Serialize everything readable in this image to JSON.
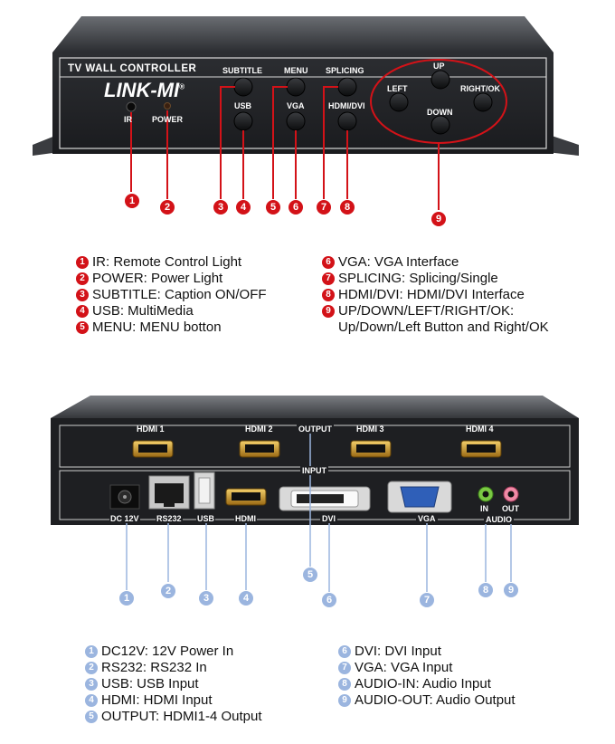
{
  "front_panel": {
    "model_text": "TV WALL CONTROLLER",
    "brand": "LINK-MI",
    "brand_mark": "®",
    "labels": {
      "ir": "IR",
      "power": "POWER",
      "subtitle": "SUBTITLE",
      "menu": "MENU",
      "splicing": "SPLICING",
      "usb": "USB",
      "vga": "VGA",
      "hdmi_dvi": "HDMI/DVI",
      "up": "UP",
      "left": "LEFT",
      "right_ok": "RIGHT/OK",
      "down": "DOWN"
    },
    "callouts": [
      "1",
      "2",
      "3",
      "4",
      "5",
      "6",
      "7",
      "8",
      "9"
    ],
    "callout_color": "#d31218"
  },
  "front_legend": {
    "left": [
      {
        "num": "1",
        "text": "IR: Remote Control Light"
      },
      {
        "num": "2",
        "text": "POWER: Power Light"
      },
      {
        "num": "3",
        "text": "SUBTITLE: Caption ON/OFF"
      },
      {
        "num": "4",
        "text": "USB: MultiMedia"
      },
      {
        "num": "5",
        "text": "MENU: MENU botton"
      }
    ],
    "right": [
      {
        "num": "6",
        "text": "VGA: VGA Interface"
      },
      {
        "num": "7",
        "text": "SPLICING: Splicing/Single"
      },
      {
        "num": "8",
        "text": "HDMI/DVI: HDMI/DVI Interface"
      },
      {
        "num": "9",
        "text": "UP/DOWN/LEFT/RIGHT/OK:"
      }
    ],
    "right_continuation": "Up/Down/Left Button and Right/OK"
  },
  "rear_panel": {
    "labels": {
      "hdmi1": "HDMI 1",
      "hdmi2": "HDMI 2",
      "output": "OUTPUT",
      "hdmi3": "HDMI 3",
      "hdmi4": "HDMI 4",
      "input": "INPUT",
      "dc12v": "DC 12V",
      "rs232": "RS232",
      "usb": "USB",
      "hdmi": "HDMI",
      "dvi": "DVI",
      "vga": "VGA",
      "in": "IN",
      "out": "OUT",
      "audio": "AUDIO"
    },
    "callouts": [
      "1",
      "2",
      "3",
      "4",
      "5",
      "6",
      "7",
      "8",
      "9"
    ],
    "callout_color": "#9bb5df"
  },
  "rear_legend": {
    "left": [
      {
        "num": "1",
        "text": "DC12V: 12V Power In"
      },
      {
        "num": "2",
        "text": "RS232: RS232 In"
      },
      {
        "num": "3",
        "text": "USB: USB Input"
      },
      {
        "num": "4",
        "text": "HDMI: HDMI Input"
      },
      {
        "num": "5",
        "text": "OUTPUT: HDMI1-4 Output"
      }
    ],
    "right": [
      {
        "num": "6",
        "text": "DVI: DVI Input"
      },
      {
        "num": "7",
        "text": "VGA: VGA Input"
      },
      {
        "num": "8",
        "text": "AUDIO-IN: Audio Input"
      },
      {
        "num": "9",
        "text": "AUDIO-OUT: Audio Output"
      }
    ]
  }
}
